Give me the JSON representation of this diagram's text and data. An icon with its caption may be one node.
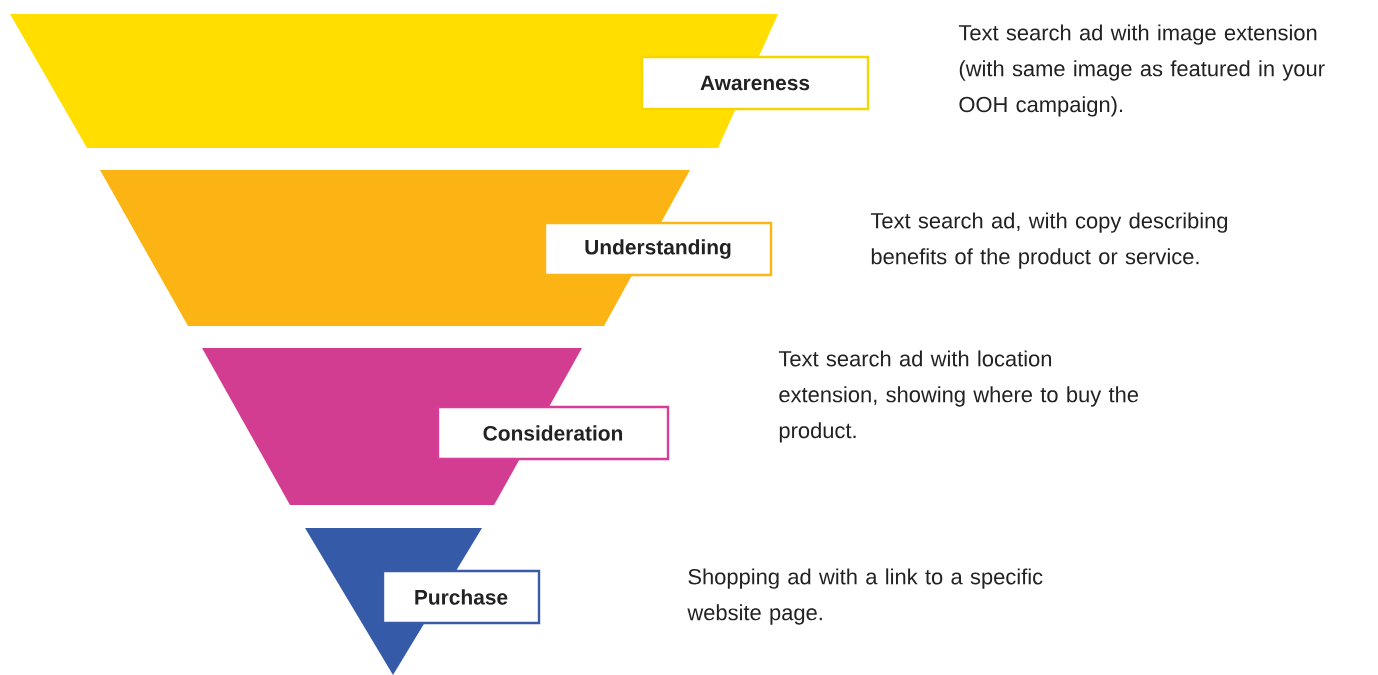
{
  "diagram": {
    "nodes": [
      {
        "text": [],
        "shape": "trapezoid"
      },
      {
        "text": [],
        "shape": "trapezoid"
      },
      {
        "text": [],
        "shape": "trapezoid"
      },
      {
        "text": [],
        "shape": "triangle"
      },
      {
        "text": [
          "Awareness"
        ]
      },
      {
        "text": [
          "Understanding"
        ]
      },
      {
        "text": [
          "Consideration"
        ]
      },
      {
        "text": [
          "Purchase"
        ]
      }
    ],
    "labels": [
      "Text search ad with image extension (with same image as featured in your OOH campaign).",
      "Text search ad, with copy describing benefits of the product or service.",
      "Text search ad with location extension, showing where to buy the product.",
      "Shopping ad with a link to a specific website page."
    ]
  }
}
